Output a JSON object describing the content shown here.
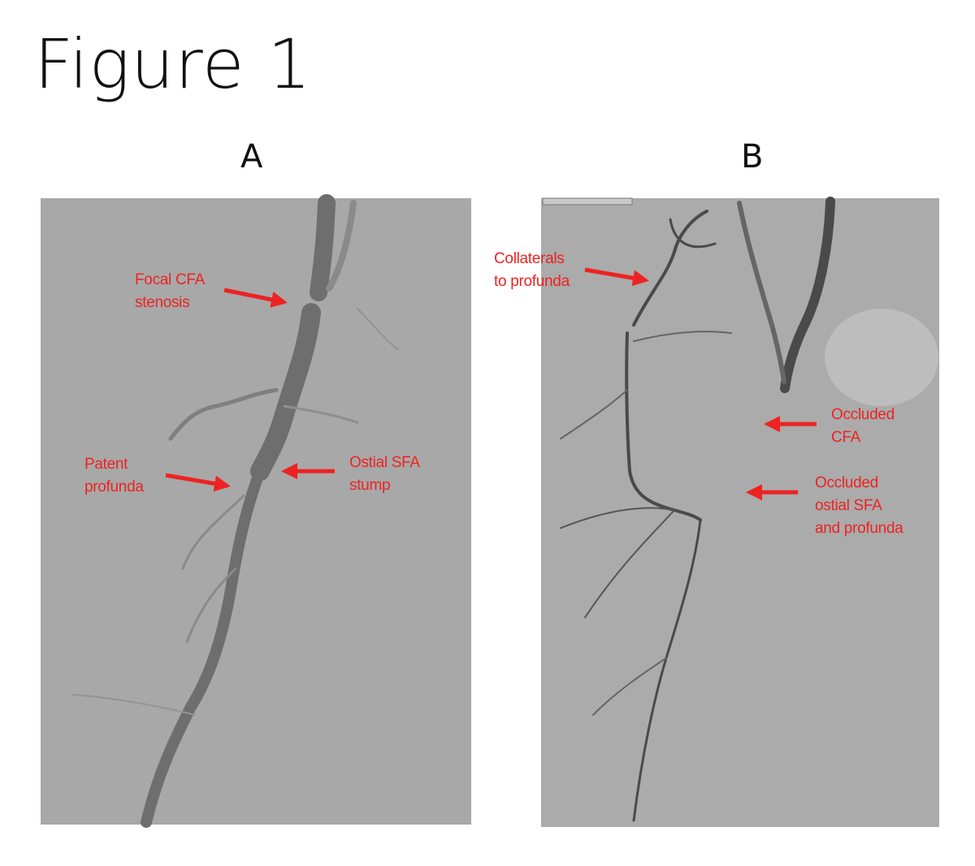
{
  "title": "Figure 1",
  "panels": {
    "a": {
      "label": "A",
      "annotations": {
        "focal_cfa": "Focal CFA\nstenosis",
        "patent_profunda": "Patent\nprofunda",
        "ostial_sfa": "Ostial SFA\nstump"
      }
    },
    "b": {
      "label": "B",
      "annotations": {
        "collaterals": "Collaterals\nto profunda",
        "occluded_cfa": "Occluded\nCFA",
        "occluded_ostial": "Occluded\nostial SFA\nand profunda"
      }
    }
  },
  "colors": {
    "annotation": "#ee2222",
    "background": "#a9a9a9",
    "vessel": "#555555"
  }
}
